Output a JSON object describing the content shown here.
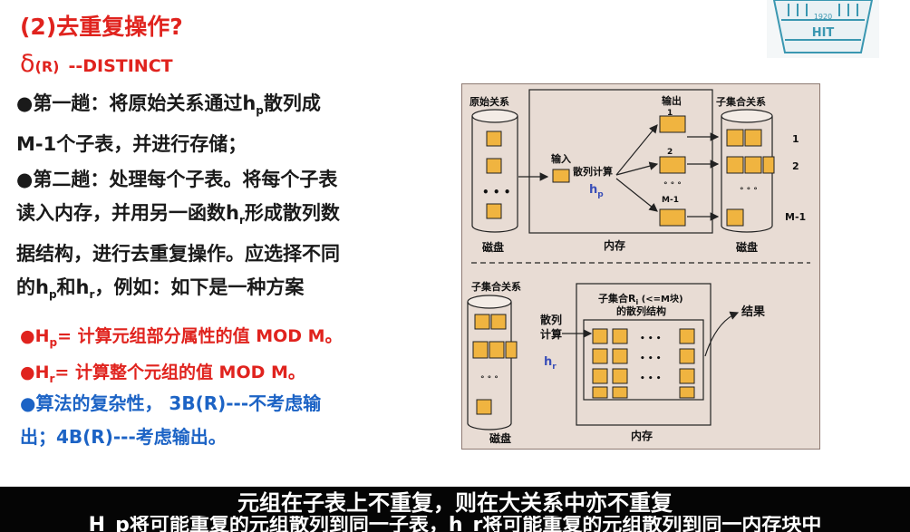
{
  "title": "(2)去重复操作?",
  "delta": {
    "symbol": "δ",
    "arg": "(R)",
    "op": "--DISTINCT"
  },
  "pass1": {
    "a": "●第一趟：将原始关系通过h",
    "sub": "p",
    "b": "散列成",
    "line2": "M-1个子表，并进行存储；"
  },
  "pass2": {
    "l1": "●第二趟：处理每个子表。将每个子表",
    "l2a": "读入内存，并用另一函数h",
    "l2sub": "r",
    "l2b": "形成散列数",
    "l3": "据结构，进行去重复操作。应选择不同",
    "l4a": "的h",
    "l4s1": "p",
    "l4b": "和h",
    "l4s2": "r",
    "l4c": "，例如：如下是一种方案"
  },
  "hp": {
    "a": "●H",
    "sub": "p",
    "b": "= 计算元组部分属性的值 MOD M。"
  },
  "hr": {
    "a": "●H",
    "sub": "r",
    "b": "= 计算整个元组的值 MOD M。"
  },
  "complexity": {
    "l1": "●算法的复杂性， 3B(R)---不考虑输",
    "l2": "出；4B(R)---考虑输出。"
  },
  "logo": {
    "year": "1920",
    "name": "HIT"
  },
  "diagram": {
    "top": {
      "left_label": "原始关系",
      "disk": "磁盘",
      "input": "输入",
      "hash": "散列计算",
      "hp": "h",
      "hp_sub": "p",
      "output": "输出",
      "memory": "内存",
      "subset": "子集合关系",
      "disk2": "磁盘",
      "o1": "1",
      "o2": "2",
      "om": "M-1",
      "r1": "1",
      "r2": "2",
      "rm": "M-1",
      "dots": "• • •",
      "dots_small": "° ° °"
    },
    "bottom": {
      "subset": "子集合关系",
      "hash": "散列",
      "calc": "计算",
      "hr": "h",
      "hr_sub": "r",
      "struct_a": "子集合R",
      "struct_sub": "i",
      "struct_b": " (<=M块)",
      "struct2": "的散列结构",
      "dots": "• • •",
      "dots_small": "° ° °",
      "result": "结果",
      "disk": "磁盘",
      "memory": "内存"
    }
  },
  "band": {
    "line1": "元组在子表上不重复，则在大关系中亦不重复",
    "line2": "H_p将可能重复的元组散列到同一子表，h_r将可能重复的元组散列到同一内存块中"
  },
  "colors": {
    "red": "#e0231e",
    "blue": "#1c63c5",
    "box": "#f0b440"
  }
}
